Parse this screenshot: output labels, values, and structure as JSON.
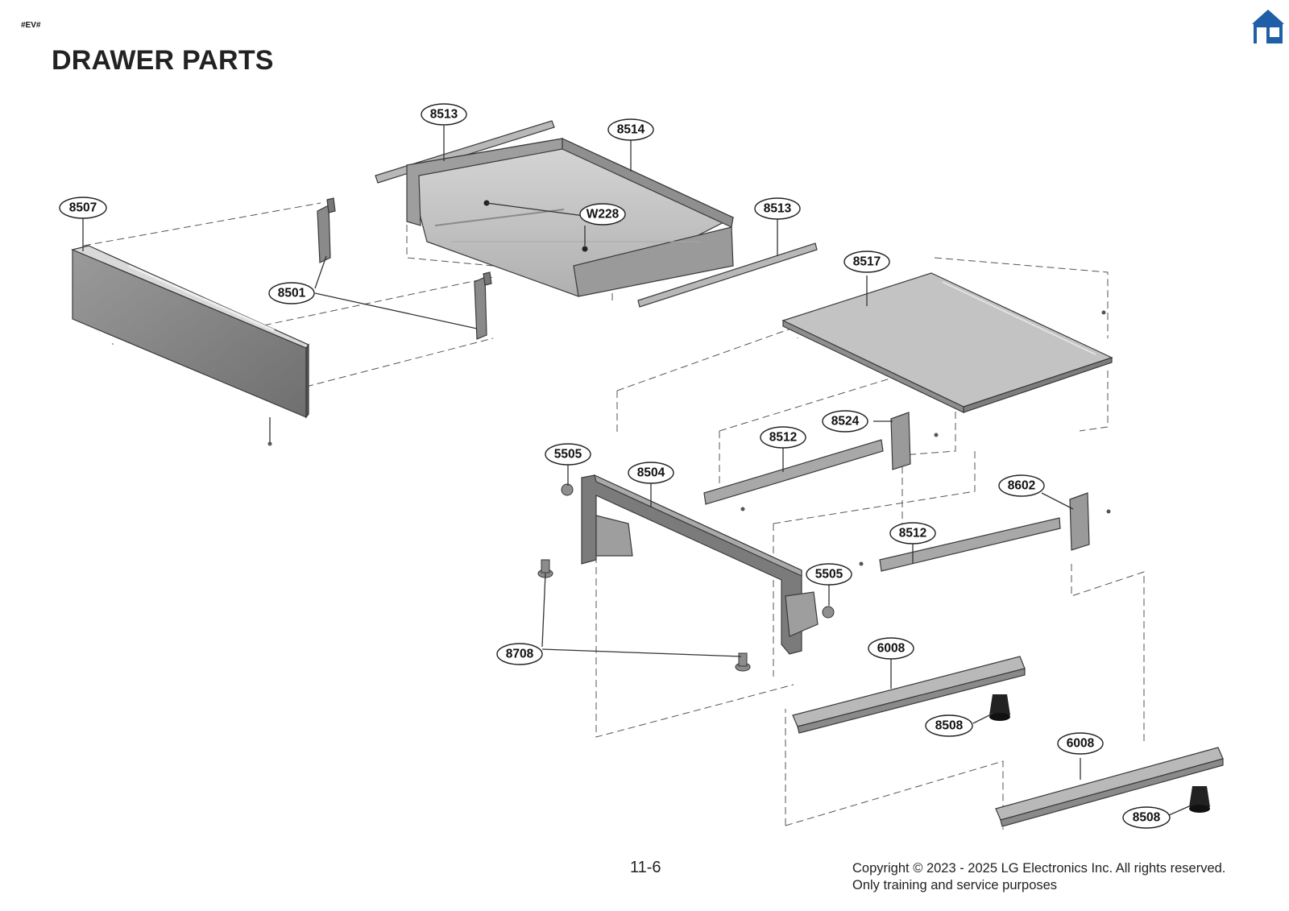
{
  "doc_tag": "#EV#",
  "title": "DRAWER PARTS",
  "home_icon": "home-icon",
  "colors": {
    "home_icon": "#1f5fa8",
    "part_fill": "#8c8c8c",
    "part_light": "#c8c8c8"
  },
  "callouts": [
    {
      "id": "c-8513a",
      "label": "8513"
    },
    {
      "id": "c-8514",
      "label": "8514"
    },
    {
      "id": "c-8507",
      "label": "8507"
    },
    {
      "id": "c-W228",
      "label": "W228"
    },
    {
      "id": "c-8513b",
      "label": "8513"
    },
    {
      "id": "c-8517",
      "label": "8517"
    },
    {
      "id": "c-8501",
      "label": "8501"
    },
    {
      "id": "c-8524",
      "label": "8524"
    },
    {
      "id": "c-8512a",
      "label": "8512"
    },
    {
      "id": "c-5505a",
      "label": "5505"
    },
    {
      "id": "c-8504",
      "label": "8504"
    },
    {
      "id": "c-8602",
      "label": "8602"
    },
    {
      "id": "c-8512b",
      "label": "8512"
    },
    {
      "id": "c-5505b",
      "label": "5505"
    },
    {
      "id": "c-8708",
      "label": "8708"
    },
    {
      "id": "c-6008a",
      "label": "6008"
    },
    {
      "id": "c-8508a",
      "label": "8508"
    },
    {
      "id": "c-6008b",
      "label": "6008"
    },
    {
      "id": "c-8508b",
      "label": "8508"
    }
  ],
  "page_number": "11-6",
  "copyright": "Copyright © 2023 - 2025 LG Electronics Inc. All rights reserved.",
  "usage_note": "Only training and service purposes"
}
